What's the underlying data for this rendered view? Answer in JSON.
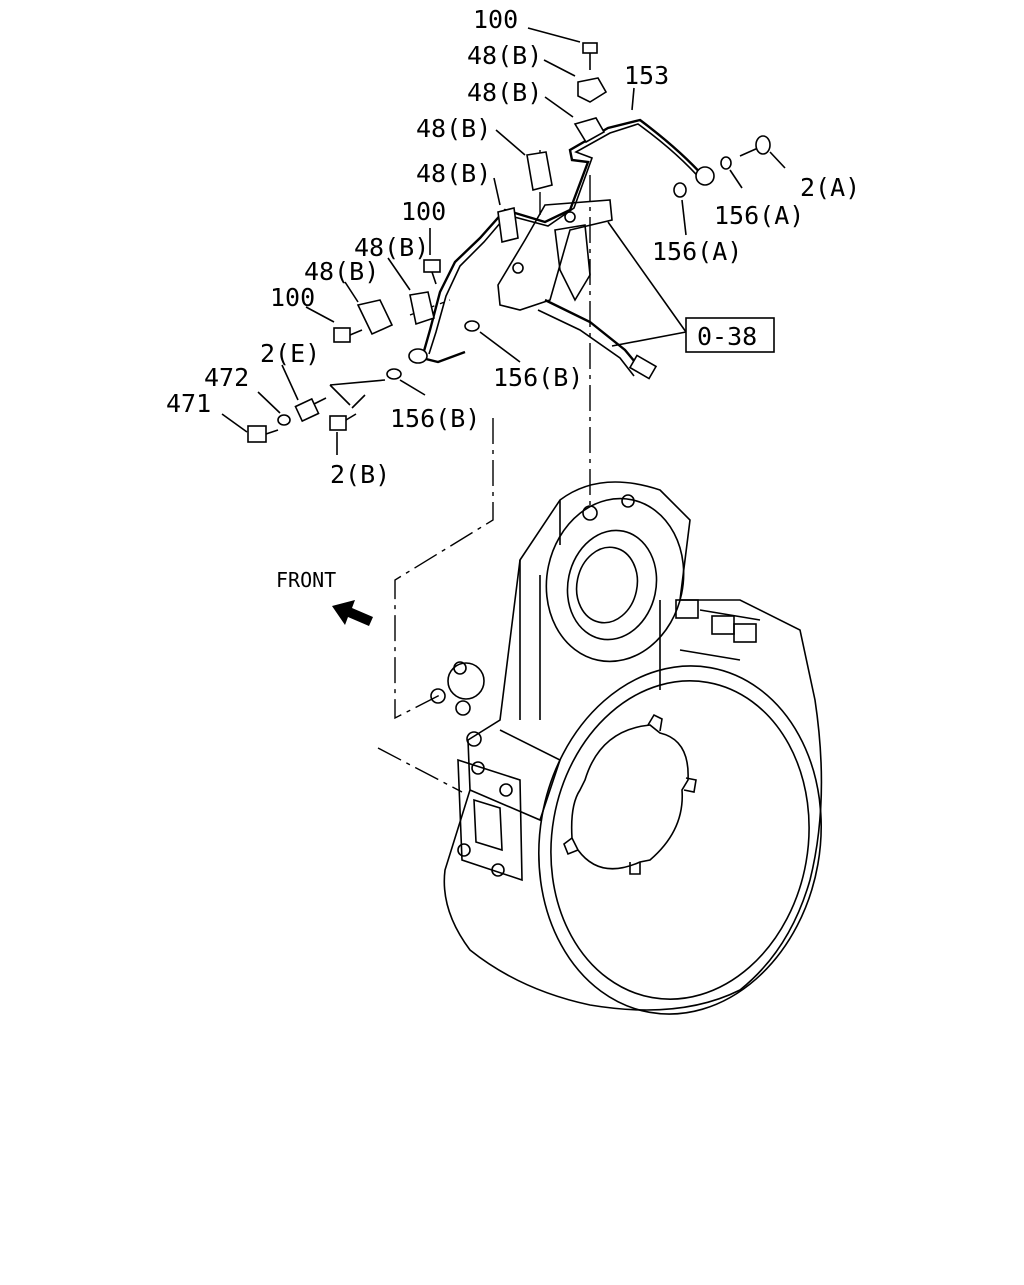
{
  "labels": {
    "bolt_100_top": "100",
    "clip_48b_1": "48(B)",
    "clip_48b_2": "48(B)",
    "pipe_153": "153",
    "clip_48b_3": "48(B)",
    "clip_48b_4": "48(B)",
    "bolt_100_mid": "100",
    "clip_48b_5": "48(B)",
    "clip_48b_6": "48(B)",
    "bolt_100_left": "100",
    "bolt_2e": "2(E)",
    "washer_472": "472",
    "bolt_471": "471",
    "bolt_2a": "2(A)",
    "washer_156a_1": "156(A)",
    "washer_156a_2": "156(A)",
    "washer_156b_1": "156(B)",
    "washer_156b_2": "156(B)",
    "bolt_2b": "2(B)",
    "ref_038": "0-38",
    "front": "FRONT"
  },
  "icons": {
    "front_arrow": "front-arrow-icon"
  }
}
